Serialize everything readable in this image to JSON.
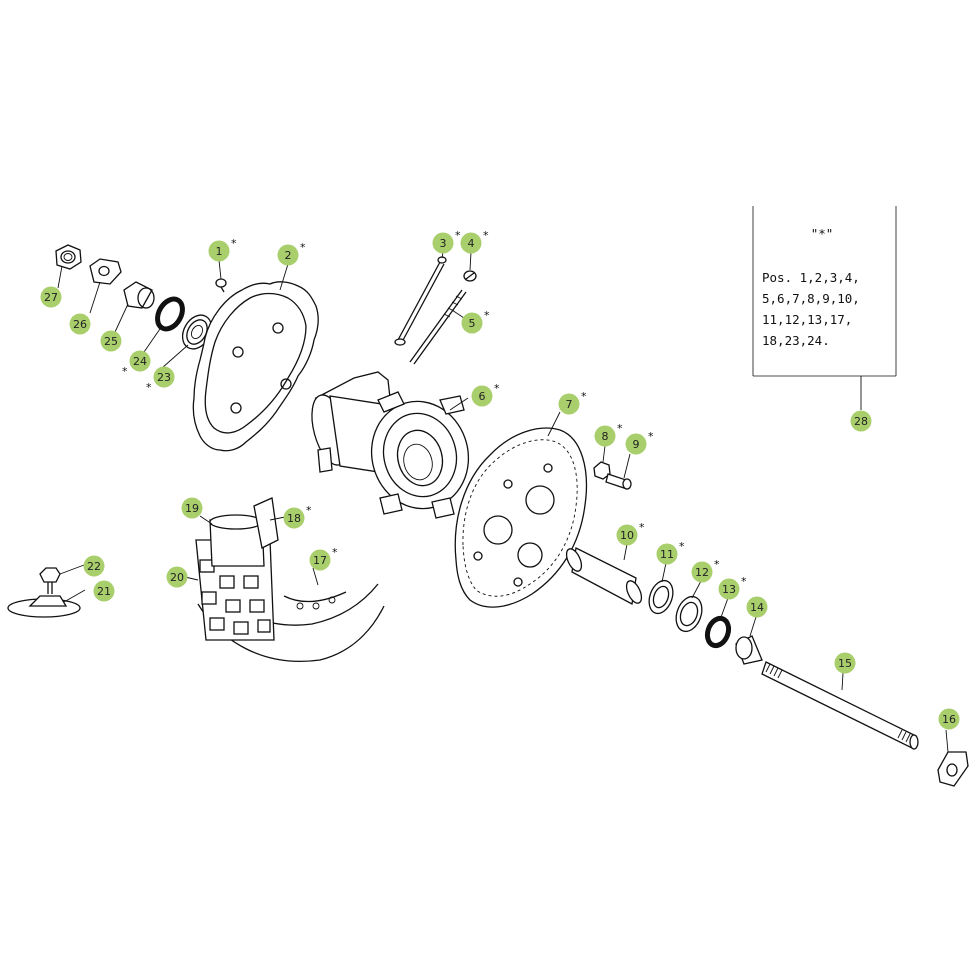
{
  "colors": {
    "callout_fill": "#a9cf6c",
    "callout_text": "#222222",
    "line": "#111111",
    "background": "#ffffff"
  },
  "callouts": [
    {
      "number": "1",
      "starred": true
    },
    {
      "number": "2",
      "starred": true
    },
    {
      "number": "3",
      "starred": true
    },
    {
      "number": "4",
      "starred": true
    },
    {
      "number": "5",
      "starred": true
    },
    {
      "number": "6",
      "starred": true
    },
    {
      "number": "7",
      "starred": true
    },
    {
      "number": "8",
      "starred": true
    },
    {
      "number": "9",
      "starred": true
    },
    {
      "number": "10",
      "starred": true
    },
    {
      "number": "11",
      "starred": true
    },
    {
      "number": "12",
      "starred": true
    },
    {
      "number": "13",
      "starred": true
    },
    {
      "number": "14",
      "starred": false
    },
    {
      "number": "15",
      "starred": false
    },
    {
      "number": "16",
      "starred": false
    },
    {
      "number": "17",
      "starred": true
    },
    {
      "number": "18",
      "starred": true
    },
    {
      "number": "19",
      "starred": false
    },
    {
      "number": "20",
      "starred": false
    },
    {
      "number": "21",
      "starred": false
    },
    {
      "number": "22",
      "starred": false
    },
    {
      "number": "23",
      "starred": true
    },
    {
      "number": "24",
      "starred": true
    },
    {
      "number": "25",
      "starred": false
    },
    {
      "number": "26",
      "starred": false
    },
    {
      "number": "27",
      "starred": false
    },
    {
      "number": "28",
      "starred": false
    }
  ],
  "star_symbol": "*",
  "note": {
    "title": "\"*\"",
    "lines": [
      "Pos. 1,2,3,4,",
      "5,6,7,8,9,10,",
      "11,12,13,17,",
      "18,23,24."
    ]
  }
}
